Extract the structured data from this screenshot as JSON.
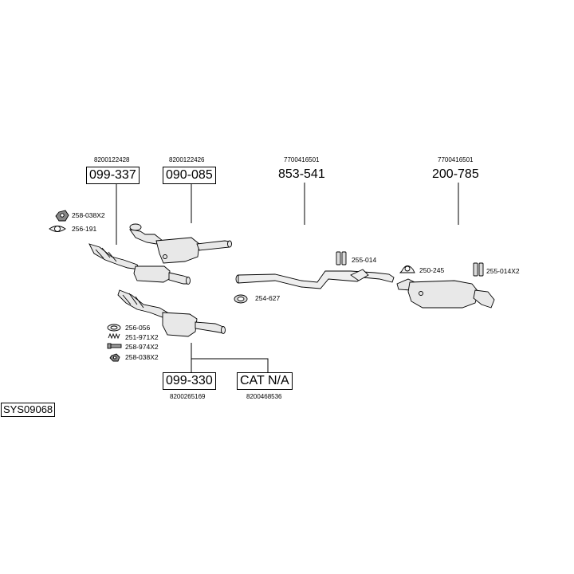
{
  "system_code": "SYS09068",
  "parts": [
    {
      "key": "p1",
      "number": "099-337",
      "oem": "8200122428",
      "boxed": true
    },
    {
      "key": "p2",
      "number": "090-085",
      "oem": "8200122426",
      "boxed": true
    },
    {
      "key": "p3",
      "number": "853-541",
      "oem": "7700416501",
      "boxed": false
    },
    {
      "key": "p4",
      "number": "200-785",
      "oem": "7700416501",
      "boxed": false
    },
    {
      "key": "p5",
      "number": "099-330",
      "oem": "8200265169",
      "boxed": true
    },
    {
      "key": "p6",
      "number": "CAT N/A",
      "oem": "8200468536",
      "boxed": true
    }
  ],
  "accessories": [
    {
      "key": "a1",
      "label": "258-038X2",
      "icon": "nut-icon"
    },
    {
      "key": "a2",
      "label": "256-191",
      "icon": "gasket-icon"
    },
    {
      "key": "a3",
      "label": "255-014",
      "icon": "rubber-mount-icon"
    },
    {
      "key": "a4",
      "label": "250-245",
      "icon": "clamp-icon"
    },
    {
      "key": "a5",
      "label": "255-014X2",
      "icon": "rubber-mount-icon"
    },
    {
      "key": "a6",
      "label": "254-627",
      "icon": "spring-gasket-icon"
    },
    {
      "key": "a7",
      "label": "256-056",
      "icon": "ring-gasket-icon"
    },
    {
      "key": "a8",
      "label": "251-971X2",
      "icon": "spring-icon"
    },
    {
      "key": "a9",
      "label": "258-974X2",
      "icon": "bolt-icon"
    },
    {
      "key": "a10",
      "label": "258-038X2",
      "icon": "nut-icon"
    }
  ]
}
